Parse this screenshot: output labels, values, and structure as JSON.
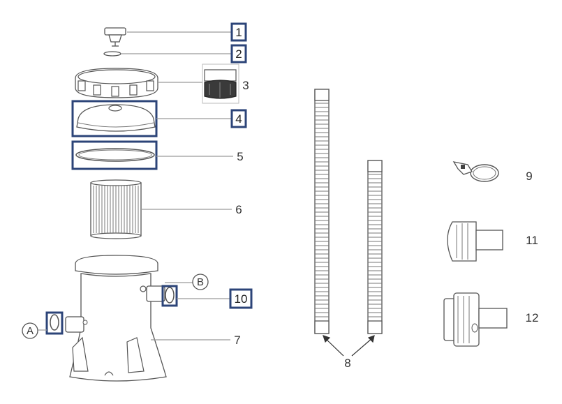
{
  "colors": {
    "highlight": "#2c4478",
    "line": "#555555",
    "leader": "#9a9a9a"
  },
  "callouts": {
    "p1": "1",
    "p2": "2",
    "p3": "3",
    "p4": "4",
    "p5": "5",
    "p6": "6",
    "p7": "7",
    "p8": "8",
    "p9": "9",
    "p10": "10",
    "p11": "11",
    "p12": "12",
    "a": "A",
    "b": "B"
  },
  "highlighted_parts": [
    "1",
    "2",
    "4",
    "5",
    "10",
    "A"
  ]
}
